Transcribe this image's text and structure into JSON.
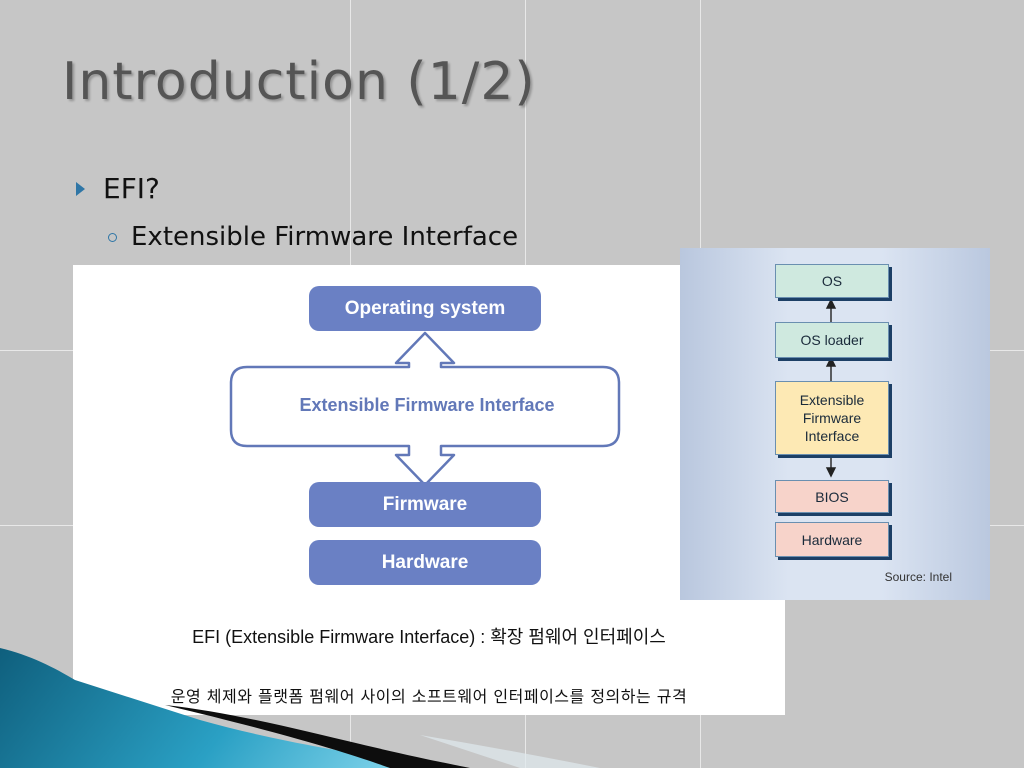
{
  "slide": {
    "title": "Introduction (1/2)",
    "bullet1": "EFI?",
    "bullet2": "Extensible Firmware Interface"
  },
  "left_diagram": {
    "operating_system": "Operating system",
    "efi": "Extensible Firmware Interface",
    "firmware": "Firmware",
    "hardware": "Hardware",
    "caption_line1": "EFI (Extensible Firmware Interface) : 확장 펌웨어 인터페이스",
    "caption_line2": "운영 체제와 플랫폼 펌웨어 사이의 소프트웨어 인터페이스를 정의하는 규격"
  },
  "right_diagram": {
    "os": "OS",
    "os_loader": "OS loader",
    "efi_line1": "Extensible",
    "efi_line2": "Firmware",
    "efi_line3": "Interface",
    "bios": "BIOS",
    "hardware": "Hardware",
    "source": "Source: Intel"
  },
  "colors": {
    "background": "#c6c6c6",
    "bullet_accent": "#2f76a6",
    "left_box_fill": "#6a80c4",
    "right_green": "#cfe9df",
    "right_yellow": "#fde9b4",
    "right_pink": "#f7d3ca"
  }
}
